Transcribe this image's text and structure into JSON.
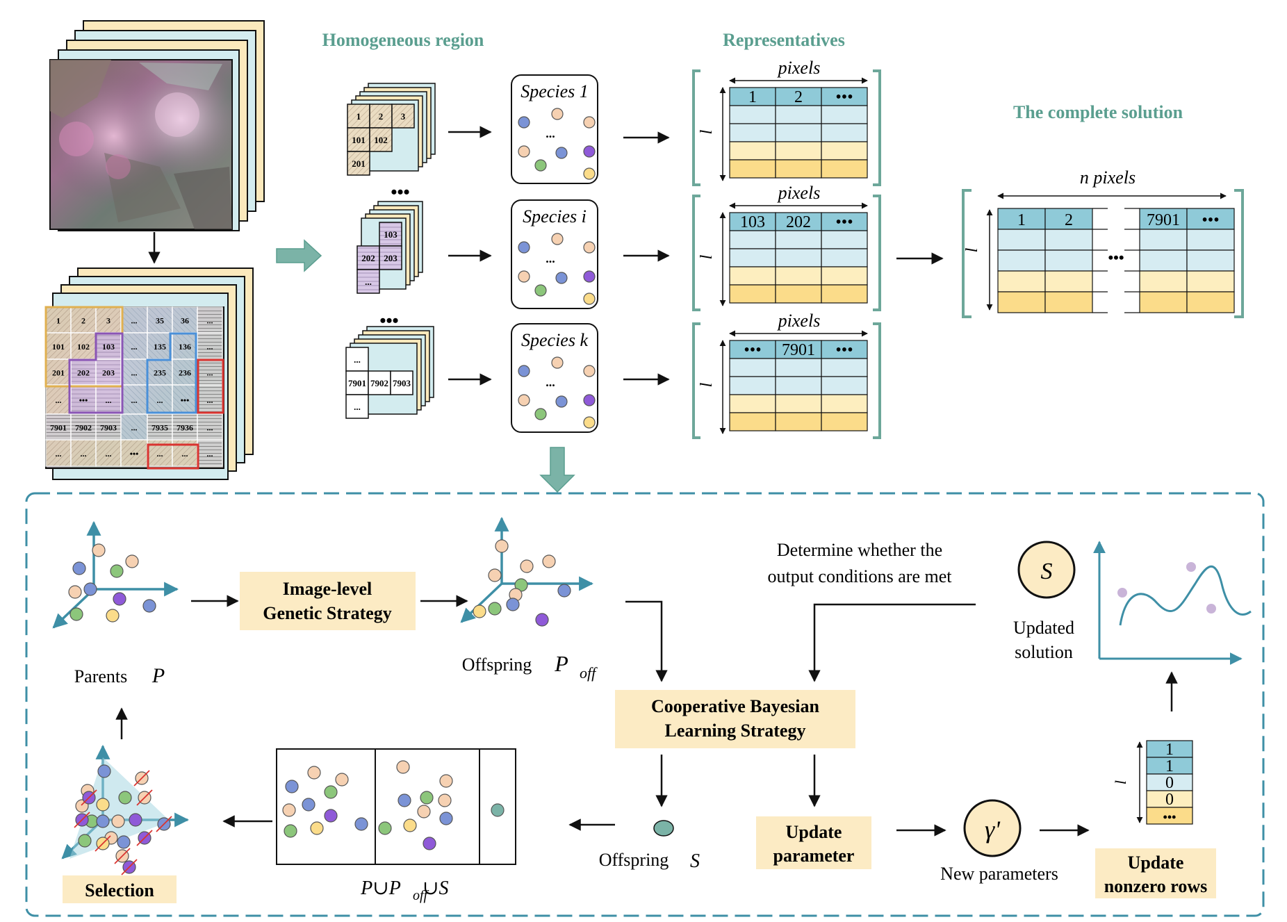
{
  "top": {
    "homogeneous_title": "Homogeneous region",
    "representatives_title": "Representatives",
    "complete_title": "The complete solution",
    "species": [
      "Species 1",
      "Species i",
      "Species k"
    ],
    "ellipsis": "...",
    "dots": "•••",
    "matrix_pixels": "pixels",
    "matrix_l": "l",
    "matrix_rows": [
      [
        "1",
        "2",
        "•••"
      ],
      [
        "103",
        "202",
        "•••"
      ],
      [
        "•••",
        "7901",
        "•••"
      ]
    ],
    "complete_pixels": "n pixels",
    "complete_row": [
      "1",
      "2",
      "7901",
      "•••"
    ],
    "block_labels_1": [
      "1",
      "2",
      "3",
      "101",
      "102",
      "201"
    ],
    "block_labels_i": [
      "103",
      "202",
      "203",
      "..."
    ],
    "block_labels_k": [
      "...",
      "7901",
      "7902",
      "7903",
      "..."
    ],
    "grid_row_1": [
      "1",
      "2",
      "3",
      "...",
      "35",
      "36",
      "..."
    ],
    "grid_row_2": [
      "101",
      "102",
      "103",
      "...",
      "135",
      "136",
      "..."
    ],
    "grid_row_3": [
      "201",
      "202",
      "203",
      "...",
      "235",
      "236",
      "..."
    ],
    "grid_row_4": [
      "...",
      "•••",
      "...",
      "...",
      "...",
      "•••",
      "..."
    ],
    "grid_row_5": [
      "7901",
      "7902",
      "7903",
      "...",
      "7935",
      "7936",
      "..."
    ],
    "grid_row_6": [
      "...",
      "...",
      "...",
      "•••",
      "...",
      "...",
      "..."
    ]
  },
  "bottom": {
    "image_level": [
      "Image-level",
      "Genetic Strategy"
    ],
    "parents_label": "Parents",
    "parents_sym": "P",
    "offspring_label": "Offspring",
    "offspring_sym": "P",
    "offspring_sub": "off",
    "determine_text": [
      "Determine whether the",
      "output conditions are met"
    ],
    "s_symbol": "S",
    "updated_solution": [
      "Updated",
      "solution"
    ],
    "cooperative": [
      "Cooperative Bayesian",
      "Learning Strategy"
    ],
    "offspring_s_label": "Offspring",
    "offspring_s_sym": "S",
    "update_parameter": [
      "Update",
      "parameter"
    ],
    "gamma": "γ'",
    "new_parameters": "New parameters",
    "nonzero_values": [
      "1",
      "1",
      "0",
      "0",
      "•••"
    ],
    "nonzero_l": "l",
    "update_nonzero": [
      "Update",
      "nonzero rows"
    ],
    "selection": "Selection",
    "union_label": "P∪P",
    "union_sub": "off",
    "union_tail": "∪S"
  },
  "colors": {
    "teal": "#3e8fa6",
    "teal_dark": "#2e7d93",
    "frame": "#6da79a",
    "highlight_box": "#fcebc4",
    "cell_blue": "#8fcad8",
    "cell_light_blue": "#d6ecf2",
    "cell_light_yellow": "#fdeebf",
    "cell_yellow": "#fbdc8a",
    "header_green": "#5a9e8f"
  }
}
